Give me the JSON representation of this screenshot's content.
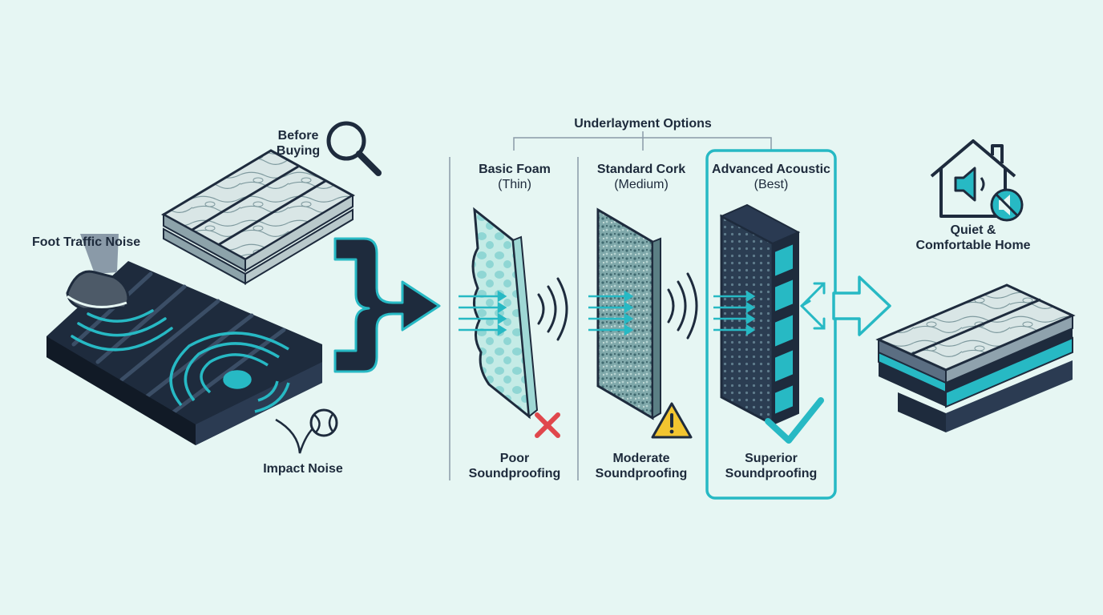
{
  "labels": {
    "before_buying": [
      "Before",
      "Buying"
    ],
    "foot_traffic": "Foot Traffic Noise",
    "impact_noise": "Impact Noise",
    "options_heading": "Underlayment Options",
    "quiet_home": [
      "Quiet &",
      "Comfortable Home"
    ]
  },
  "options": [
    {
      "name": "Basic Foam",
      "grade": "(Thin)",
      "rating": [
        "Poor",
        "Soundproofing"
      ],
      "indicator": "cross-icon"
    },
    {
      "name": "Standard Cork",
      "grade": "(Medium)",
      "rating": [
        "Moderate",
        "Soundproofing"
      ],
      "indicator": "warning-icon"
    },
    {
      "name": "Advanced Acoustic",
      "grade": "(Best)",
      "rating": [
        "Superior",
        "Soundproofing"
      ],
      "indicator": "checkmark-icon",
      "highlighted": true
    }
  ],
  "colors": {
    "background": "#e6f6f3",
    "navy": "#1e2b3d",
    "teal": "#27b9c4",
    "warning": "#f2c530",
    "error": "#e0474c"
  },
  "icons": [
    "magnifier-icon",
    "shoe-icon",
    "ball-icon",
    "house-icon",
    "speaker-icon",
    "muted-speaker-icon",
    "cross-icon",
    "warning-icon",
    "checkmark-icon",
    "arrow-icon"
  ]
}
